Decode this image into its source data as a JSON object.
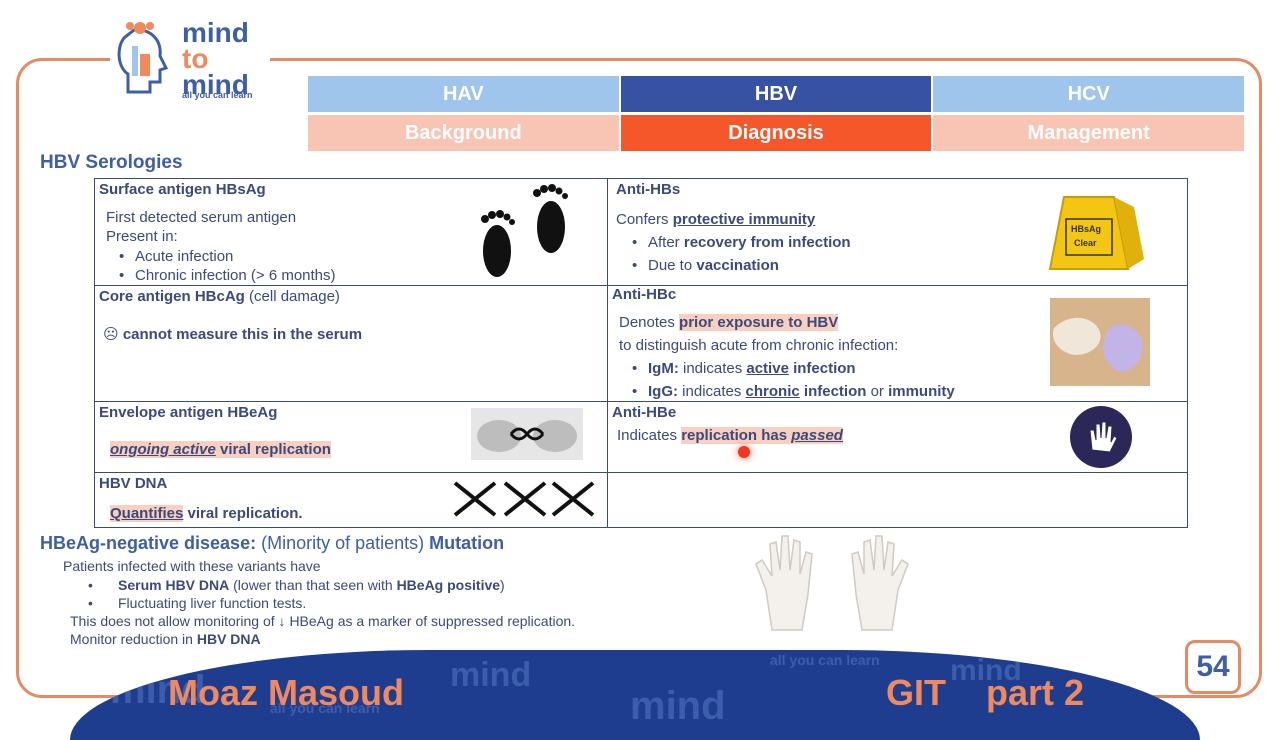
{
  "logo": {
    "line1": "mind",
    "line2": "to",
    "line3": "mind",
    "tagline": "all you can learn"
  },
  "tabs_top": [
    {
      "label": "HAV",
      "color": "#9fc5ec",
      "text_color": "#ffffff"
    },
    {
      "label": "HBV",
      "color": "#3751a3",
      "text_color": "#ffffff"
    },
    {
      "label": "HCV",
      "color": "#9fc5ec",
      "text_color": "#ffffff"
    }
  ],
  "tabs_bottom": [
    {
      "label": "Background",
      "color": "#f8c4b3",
      "text_color": "#ffffff"
    },
    {
      "label": "Diagnosis",
      "color": "#f5572a",
      "text_color": "#ffffff"
    },
    {
      "label": "Management",
      "color": "#f8c4b3",
      "text_color": "#ffffff"
    }
  ],
  "section_title": "HBV Serologies",
  "cells": {
    "hbsag": {
      "title": "Surface antigen HBsAg",
      "line1": "First detected serum antigen",
      "line2": "Present in:",
      "bullet1": "Acute infection",
      "bullet2": "Chronic infection (> 6 months)"
    },
    "antihbs": {
      "title": "Anti-HBs",
      "confers": "Confers",
      "protective": "protective immunity",
      "b1_pre": "After",
      "b1_bold": "recovery from infection",
      "b2_pre": "Due to",
      "b2_bold": "vaccination",
      "sign_line1": "HBsAg",
      "sign_line2": "Clear"
    },
    "hbcag": {
      "title": "Core antigen HBcAg",
      "title_suffix": "(cell damage)",
      "face": "☹",
      "line1": "cannot measure this in the serum"
    },
    "antihbc": {
      "title": "Anti-HBc",
      "denotes": "Denotes",
      "prior": "prior exposure to HBV",
      "line2": "to distinguish acute from chronic infection:",
      "igm_label": "IgM:",
      "igm_pre": "indicates",
      "igm_active": "active",
      "igm_post": "infection",
      "igg_label": "IgG:",
      "igg_pre": "indicates",
      "igg_chronic": "chronic",
      "igg_inf": "infection",
      "igg_or": "or",
      "igg_imm": "immunity"
    },
    "hbeag": {
      "title": "Envelope antigen HBeAg",
      "ongoing": "ongoing active",
      "rest": "viral replication"
    },
    "antihbe": {
      "title": "Anti-HBe",
      "indicates": "Indicates",
      "repl": "replication has",
      "passed": "passed"
    },
    "hbvdna": {
      "title": "HBV DNA",
      "quant": "Quantifies",
      "rest": "viral replication."
    }
  },
  "bottom": {
    "title_bold": "HBeAg-negative disease:",
    "title_mid": "(Minority of patients)",
    "title_end": "Mutation",
    "line1": "Patients infected with these variants have",
    "b1_bold": "Serum HBV DNA",
    "b1_mid": "(lower than that seen with",
    "b1_bold2": "HBeAg positive",
    "b1_end": ")",
    "b2": "Fluctuating liver function tests.",
    "line3": "This does not allow monitoring of ↓ HBeAg as a marker of suppressed replication.",
    "line4_pre": "Monitor reduction in",
    "line4_bold": "HBV DNA"
  },
  "footer": {
    "name": "Moaz Masoud",
    "course": "GIT    part 2",
    "page": "54"
  },
  "colors": {
    "frame": "#e58a62",
    "text": "#3b4a7a",
    "accent": "#3f5ea8",
    "highlight": "#f8cfc0",
    "banner": "#1f3d8f"
  }
}
